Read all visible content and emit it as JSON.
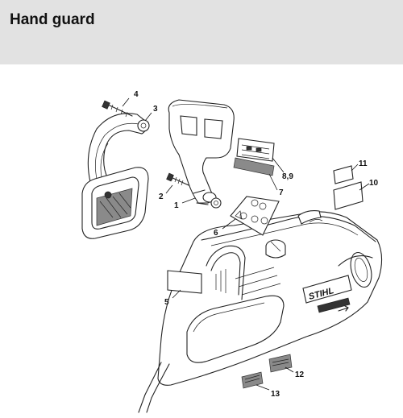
{
  "header": {
    "title": "Hand guard"
  },
  "callouts": [
    {
      "id": "c1",
      "label": "1"
    },
    {
      "id": "c2",
      "label": "2"
    },
    {
      "id": "c3",
      "label": "3"
    },
    {
      "id": "c4",
      "label": "4"
    },
    {
      "id": "c5",
      "label": "5"
    },
    {
      "id": "c6",
      "label": "6"
    },
    {
      "id": "c7",
      "label": "7"
    },
    {
      "id": "c89",
      "label": "8,9"
    },
    {
      "id": "c10",
      "label": "10"
    },
    {
      "id": "c11",
      "label": "11"
    },
    {
      "id": "c12",
      "label": "12"
    },
    {
      "id": "c13",
      "label": "13"
    }
  ],
  "labels": {
    "brand": "STIHL"
  },
  "colors": {
    "header_bg": "#e2e2e2",
    "line": "#222222",
    "shade": "#8a8a8a"
  }
}
